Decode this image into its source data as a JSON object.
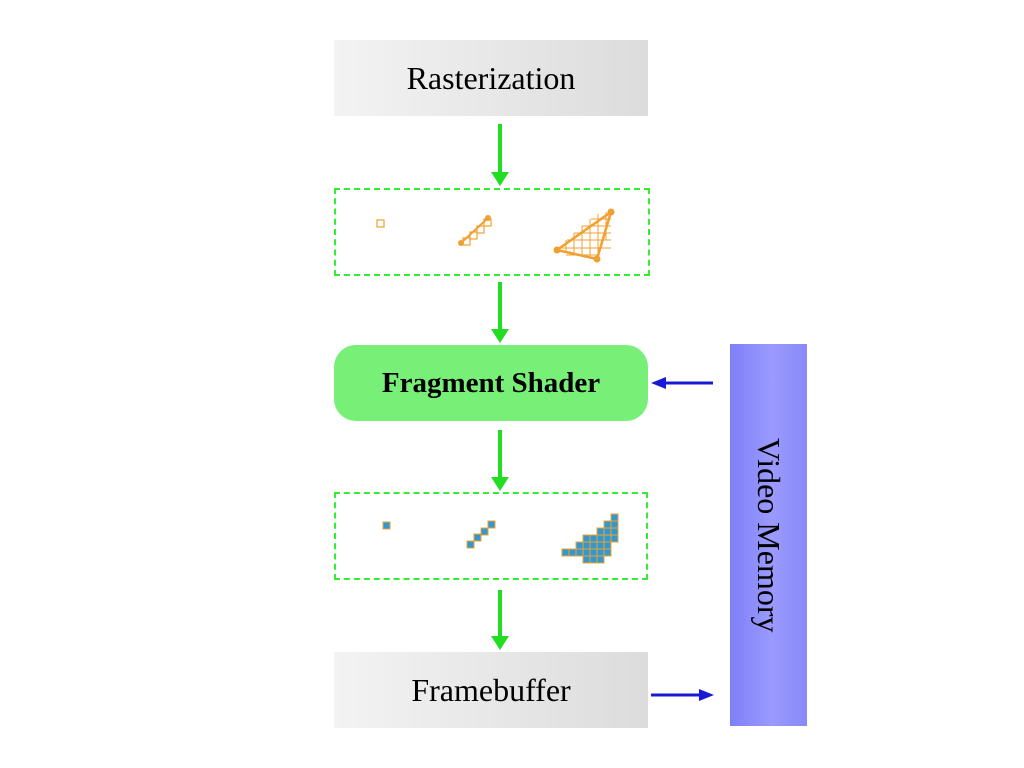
{
  "stages": {
    "rasterization": "Rasterization",
    "fragment_shader": "Fragment Shader",
    "framebuffer": "Framebuffer",
    "video_memory": "Video Memory"
  },
  "colors": {
    "flow_arrow": "#22dd22",
    "memory_arrow": "#1a1ad6",
    "fragment_outline": "#f0a030",
    "shaded_fill": "#3399cc",
    "shader_fill": "#78f078",
    "video_memory_fill": "#8888f8"
  },
  "primitives": [
    "point",
    "line",
    "triangle"
  ]
}
